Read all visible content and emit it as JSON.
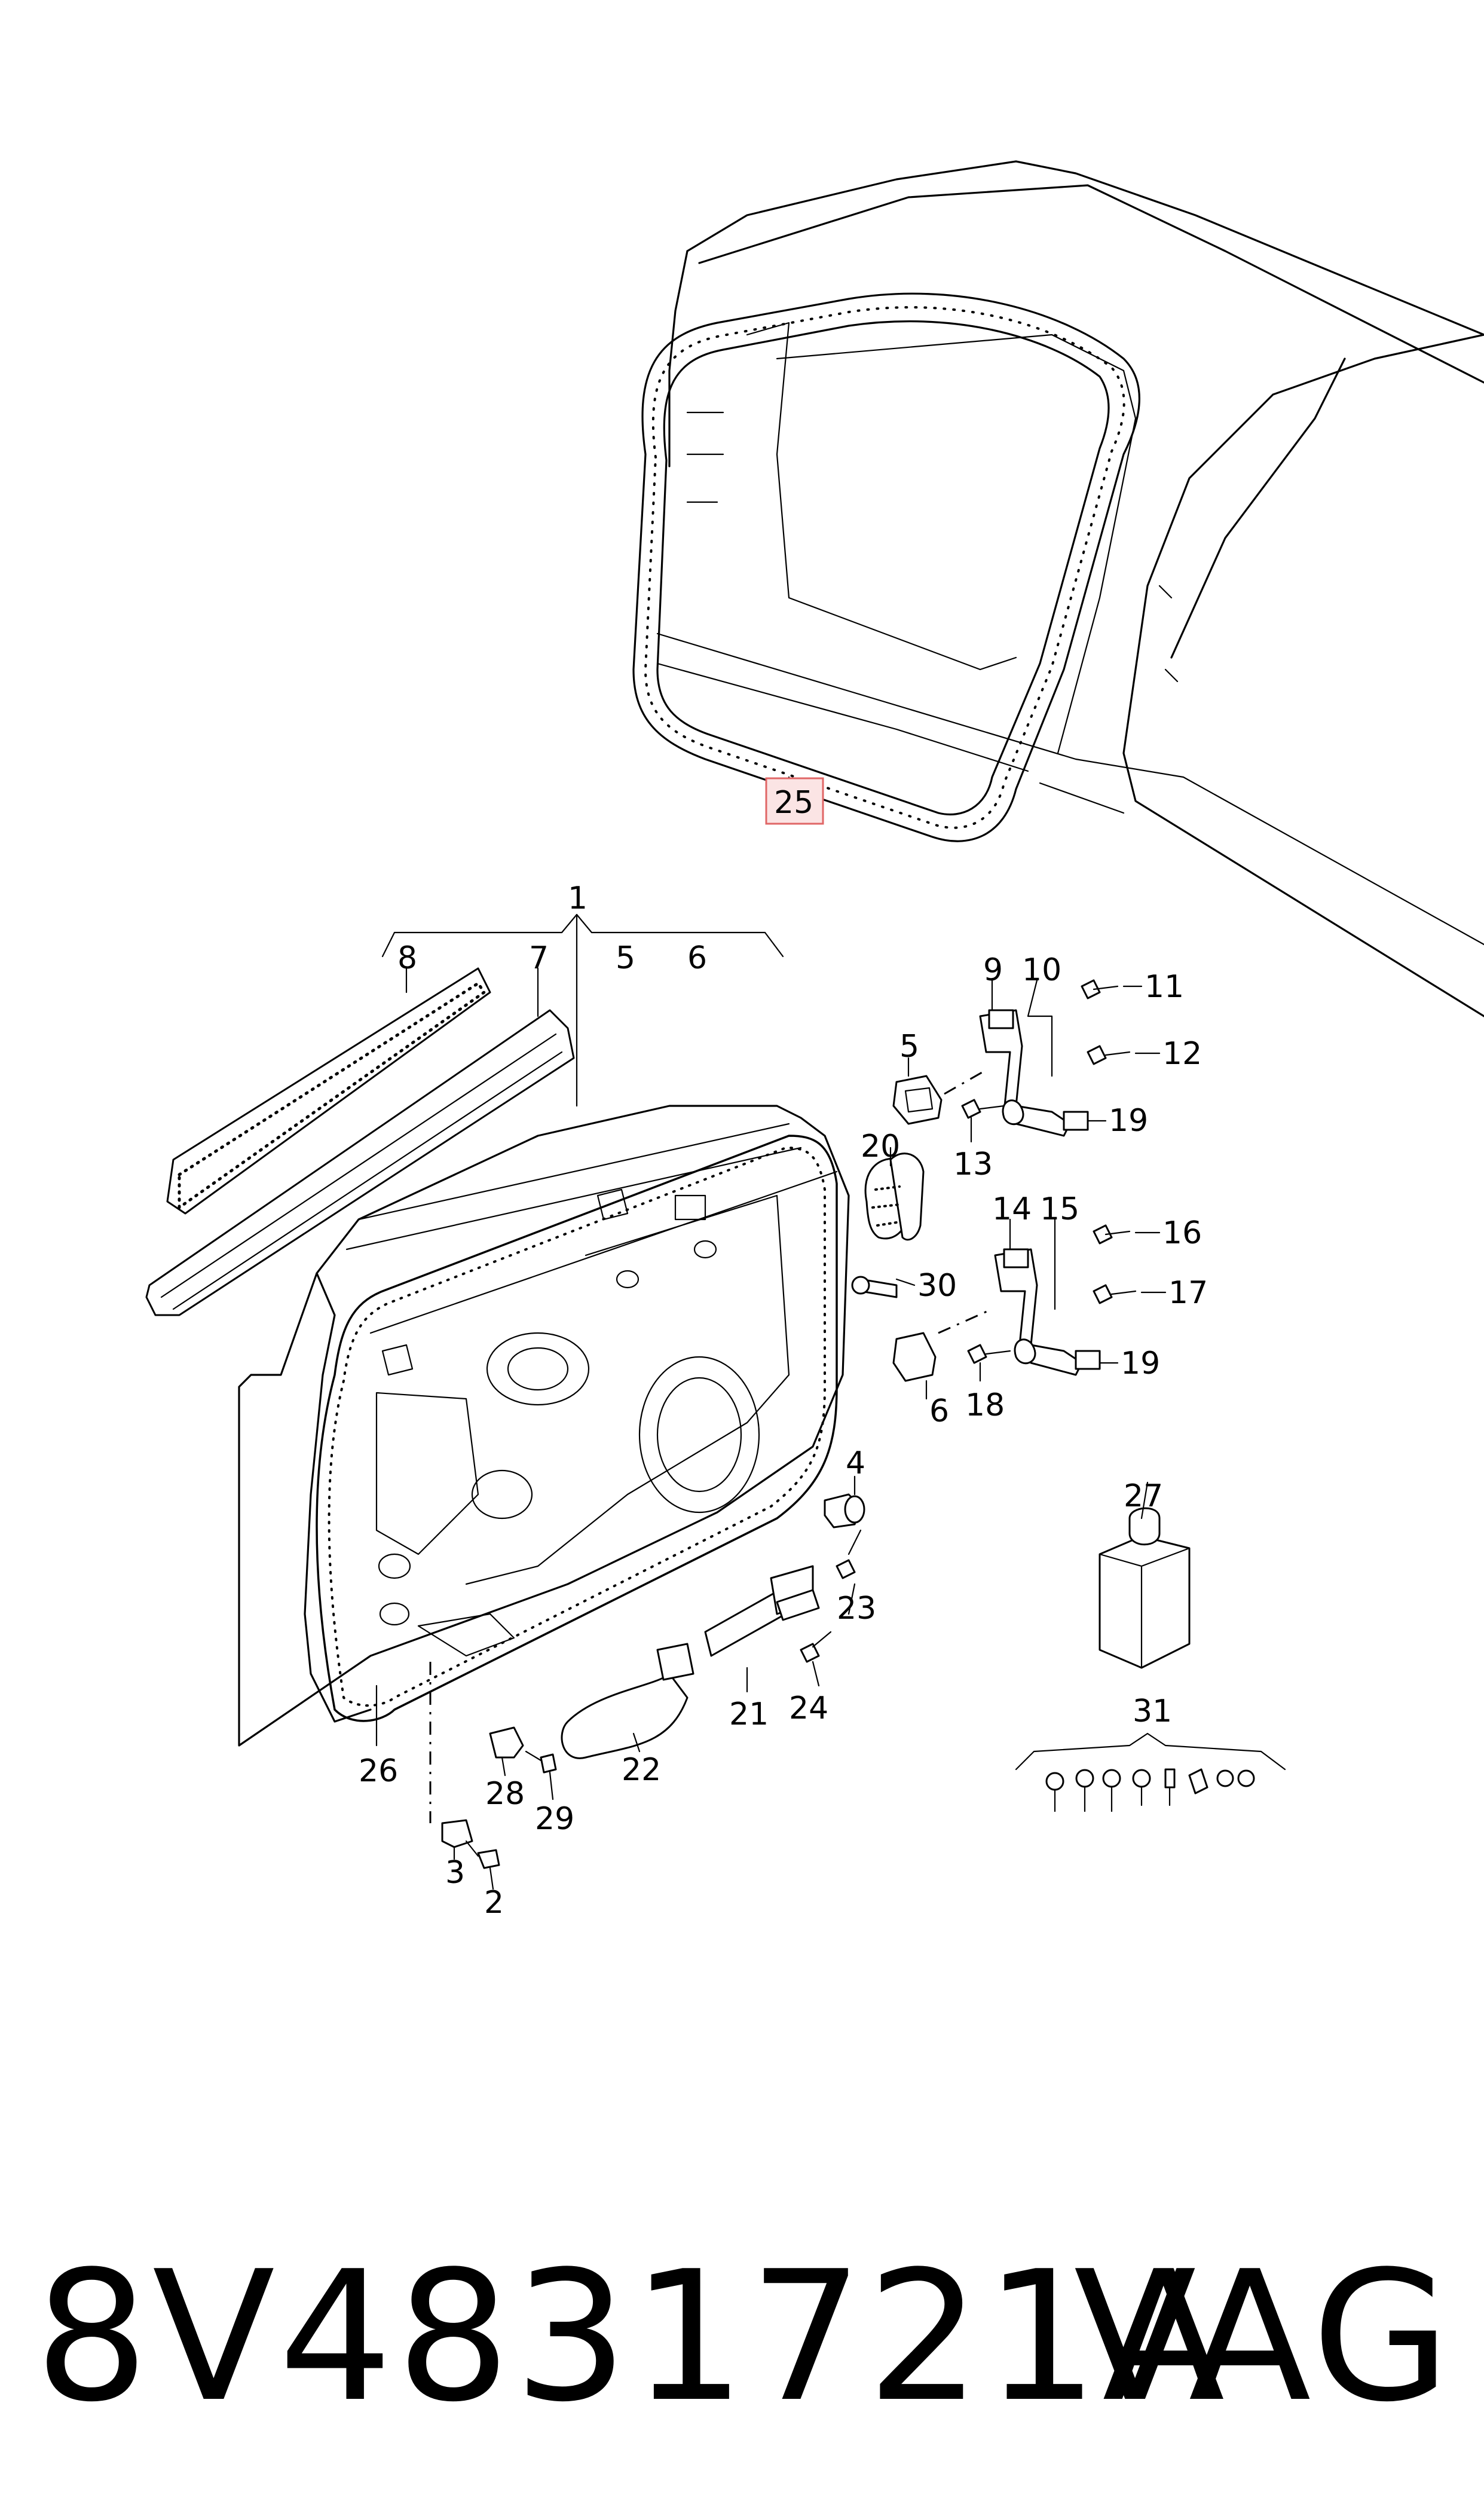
{
  "callouts": {
    "c1": "1",
    "c2": "2",
    "c3": "3",
    "c4": "4",
    "c5a": "5",
    "c5b": "5",
    "c6a": "6",
    "c6b": "6",
    "c7": "7",
    "c8": "8",
    "c9": "9",
    "c10": "10",
    "c11": "11",
    "c12": "12",
    "c13": "13",
    "c14": "14",
    "c15": "15",
    "c16": "16",
    "c17": "17",
    "c18": "18",
    "c19a": "19",
    "c19b": "19",
    "c20": "20",
    "c21": "21",
    "c22": "22",
    "c23": "23",
    "c24": "24",
    "c25": "25",
    "c26": "26",
    "c27": "27",
    "c28": "28",
    "c29": "29",
    "c30": "30",
    "c31": "31"
  },
  "highlight_color": "#e06666",
  "footer": {
    "part_number": "8V4831721A",
    "brand": "VAG"
  }
}
